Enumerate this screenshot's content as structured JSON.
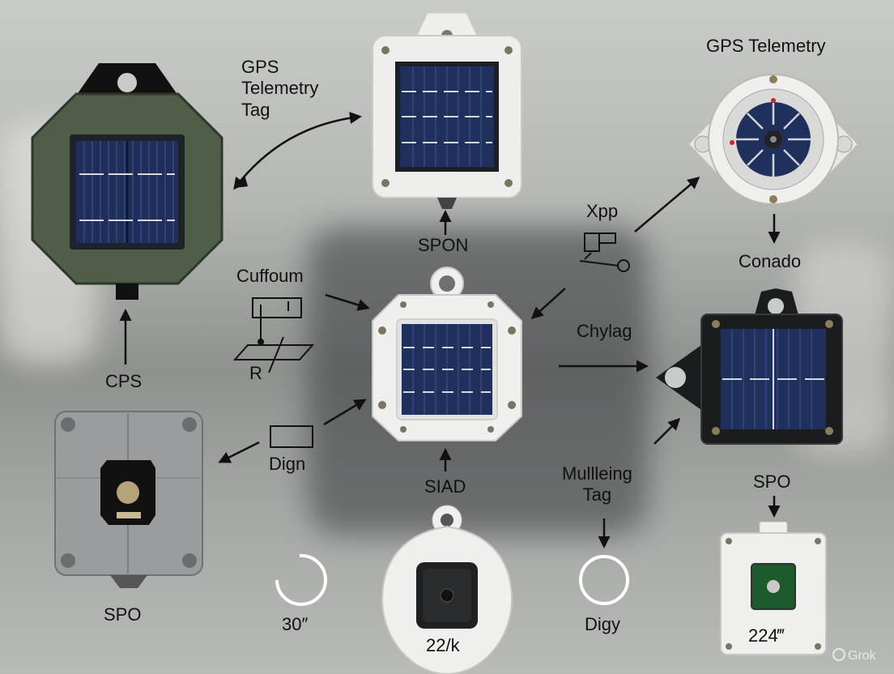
{
  "labels": {
    "gps_telemetry_tag": "GPS\nTelemetry\nTag",
    "spon": "SPON",
    "gps_telemetry": "GPS Telemetry",
    "xpp": "Xpp",
    "conado": "Conado",
    "cuffoum": "Cuffoum",
    "r": "R",
    "cps": "CPS",
    "chylag": "Chylag",
    "dign": "Dign",
    "siad": "SIAD",
    "mulleing_tag": "Mullleing\nTag",
    "spo_right": "SPO",
    "spo_left": "SPO",
    "thirty": "30″",
    "twenty_two_k": "22/k",
    "digy": "Digy",
    "two_twenty_four": "224‴",
    "watermark": "Grok"
  },
  "colors": {
    "olive_shell": "#4f5e48",
    "white_shell": "#eeeeec",
    "black_shell": "#1b1c1e",
    "silver_shell": "#9a9c9e",
    "solar_cell": "#1f2e5a",
    "arrow": "#111111"
  },
  "icons": [
    "solar-panel-icon",
    "arrow-icon",
    "bracket-diagram-icon",
    "rectangle-icon",
    "ring-icon",
    "grok-logo-icon"
  ]
}
